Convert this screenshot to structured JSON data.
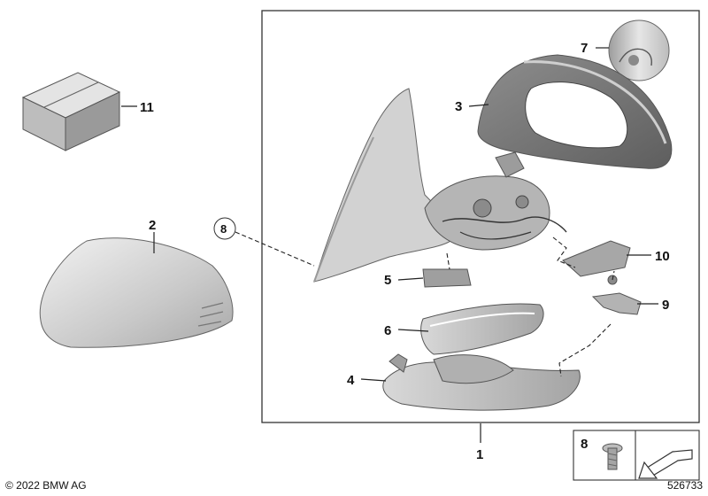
{
  "callouts": {
    "p1": "1",
    "p2": "2",
    "p3": "3",
    "p4": "4",
    "p5": "5",
    "p6": "6",
    "p7": "7",
    "p8_circle": "8",
    "p8_box": "8",
    "p9": "9",
    "p10": "10",
    "p11": "11"
  },
  "footer": {
    "copyright": "© 2022 BMW AG",
    "doc_number": "526733"
  },
  "colors": {
    "part_light": "#dedede",
    "part_mid": "#b9b9b9",
    "part_dark": "#8a8a8a",
    "outline": "#555555"
  }
}
